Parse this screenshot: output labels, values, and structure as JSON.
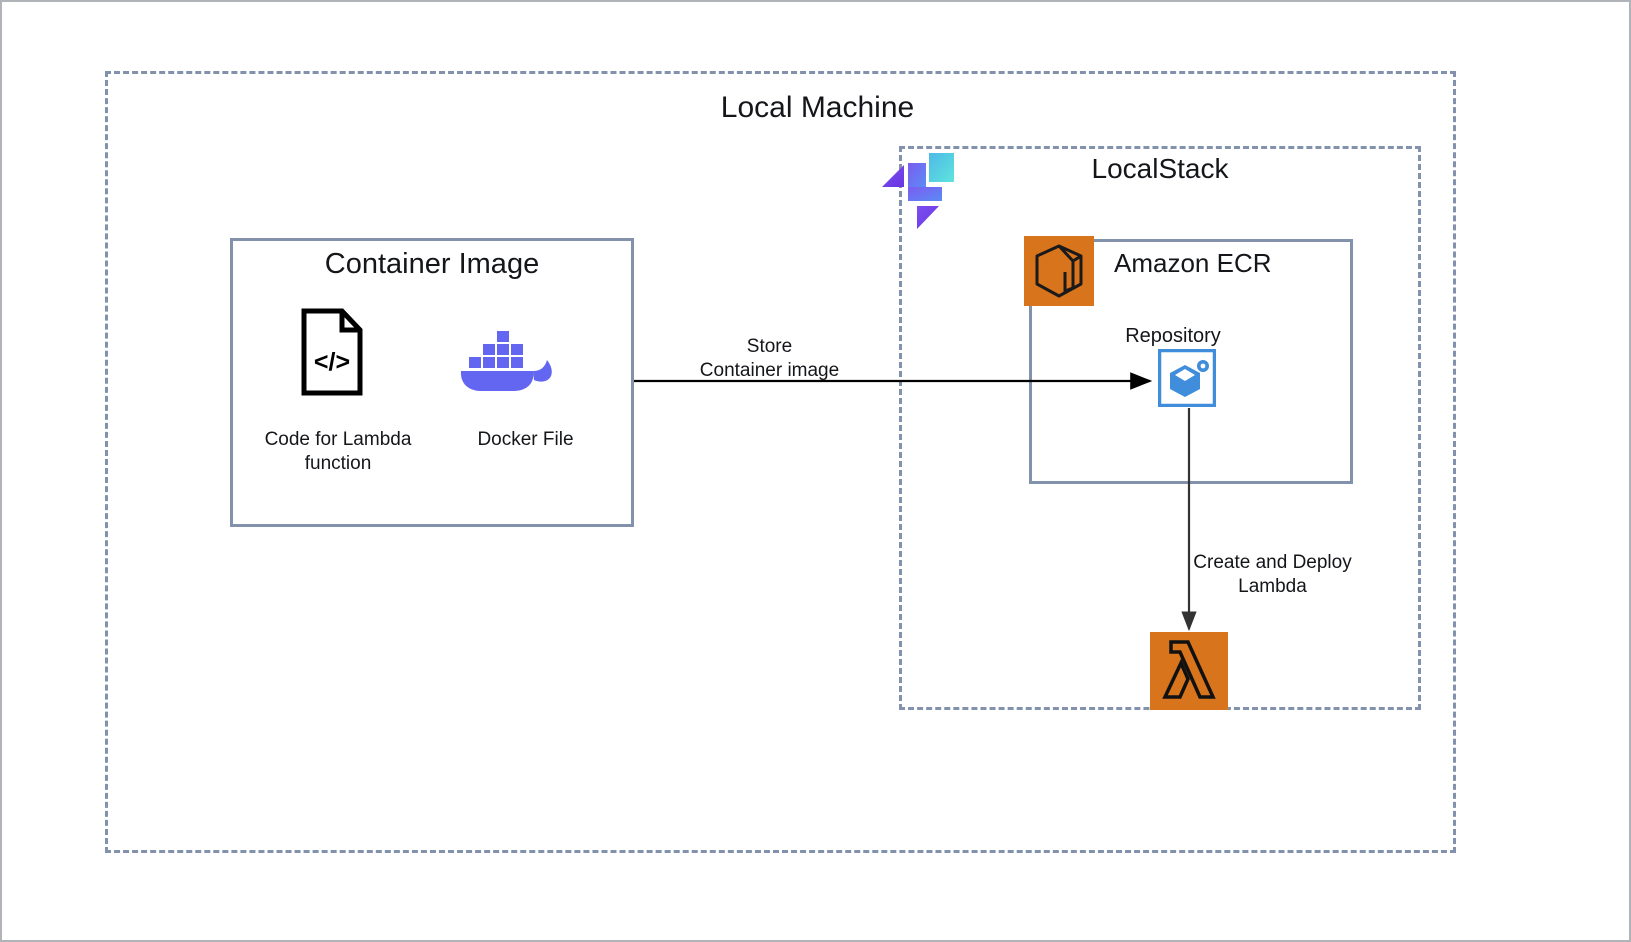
{
  "diagram": {
    "title": "LocalStack Lambda container image deployment flow",
    "colors": {
      "dashed_border": "#8292ad",
      "solid_border": "#8292ad",
      "aws_orange": "#d8741c",
      "repo_blue": "#3f8ddb",
      "docker_purple": "#6366f1",
      "localstack_violet": "#6b3ee8",
      "localstack_cyan": "#5ee0e0",
      "arrow_black": "#000000",
      "text": "#14161a"
    },
    "boundaries": [
      {
        "id": "local-machine",
        "label": "Local Machine",
        "style": "dashed"
      },
      {
        "id": "localstack",
        "label": "LocalStack",
        "style": "dashed"
      }
    ],
    "groups": [
      {
        "id": "container-image",
        "label": "Container Image",
        "style": "solid"
      },
      {
        "id": "amazon-ecr",
        "label": "Amazon ECR",
        "style": "solid"
      }
    ],
    "nodes": [
      {
        "id": "code-file",
        "icon": "code-file-icon",
        "caption": "Code for Lambda\nfunction"
      },
      {
        "id": "docker-file",
        "icon": "docker-whale-icon",
        "caption": "Docker File"
      },
      {
        "id": "repository",
        "icon": "ecr-repository-icon",
        "caption": "Repository"
      },
      {
        "id": "lambda",
        "icon": "aws-lambda-icon",
        "caption": ""
      }
    ],
    "edges": [
      {
        "id": "store-edge",
        "from": "container-image",
        "to": "repository",
        "label": "Store\nContainer image",
        "direction": "right"
      },
      {
        "id": "deploy-edge",
        "from": "repository",
        "to": "lambda",
        "label": "Create and Deploy\nLambda",
        "direction": "down"
      }
    ],
    "icons": {
      "localstack_logo": "localstack-logo-icon",
      "ecr_service": "amazon-ecr-service-icon",
      "lambda_service": "aws-lambda-service-icon"
    }
  }
}
